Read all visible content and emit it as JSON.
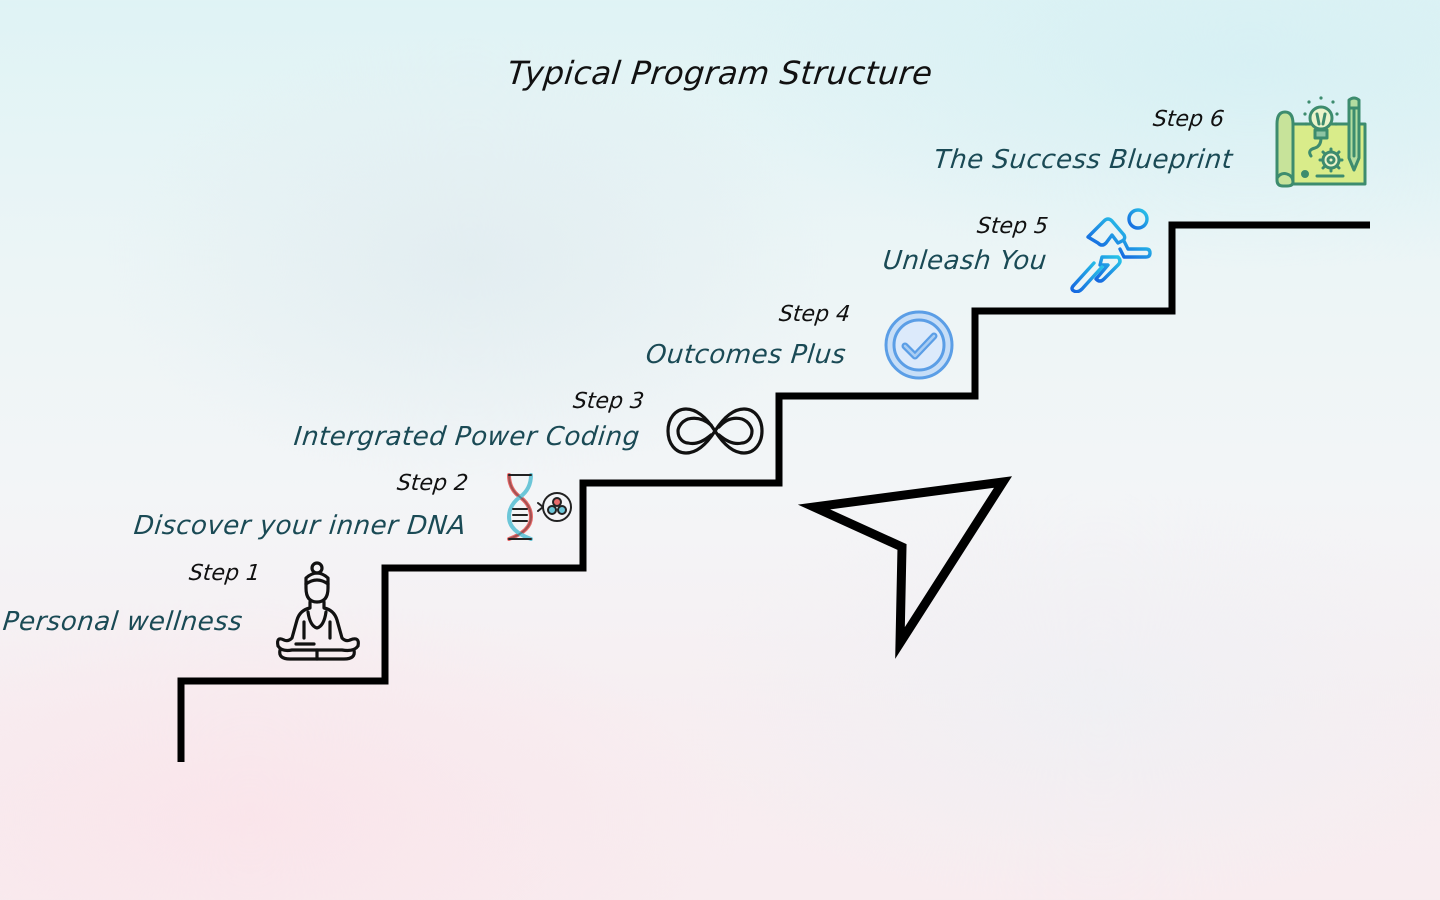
{
  "title": "Typical Program Structure",
  "steps": [
    {
      "label": "Step 1",
      "name": "Personal wellness",
      "icon": "meditation-icon"
    },
    {
      "label": "Step 2",
      "name": "Discover your inner DNA",
      "icon": "dna-icon"
    },
    {
      "label": "Step 3",
      "name": "Intergrated Power Coding",
      "icon": "infinity-icon"
    },
    {
      "label": "Step 4",
      "name": "Outcomes Plus",
      "icon": "check-circle-icon"
    },
    {
      "label": "Step 5",
      "name": "Unleash You",
      "icon": "running-person-icon"
    },
    {
      "label": "Step 6",
      "name": "The Success Blueprint",
      "icon": "blueprint-icon"
    }
  ],
  "colors": {
    "stair": "#000000",
    "step_name_text": "#1a4a55",
    "dna_red": "#e86a6a",
    "dna_blue": "#6cc6d8",
    "check_blue": "#5b9ee6",
    "runner_blue": "#1e88e5",
    "blueprint_green": "#3d8c6e",
    "blueprint_yellow": "#d9ec8a"
  }
}
